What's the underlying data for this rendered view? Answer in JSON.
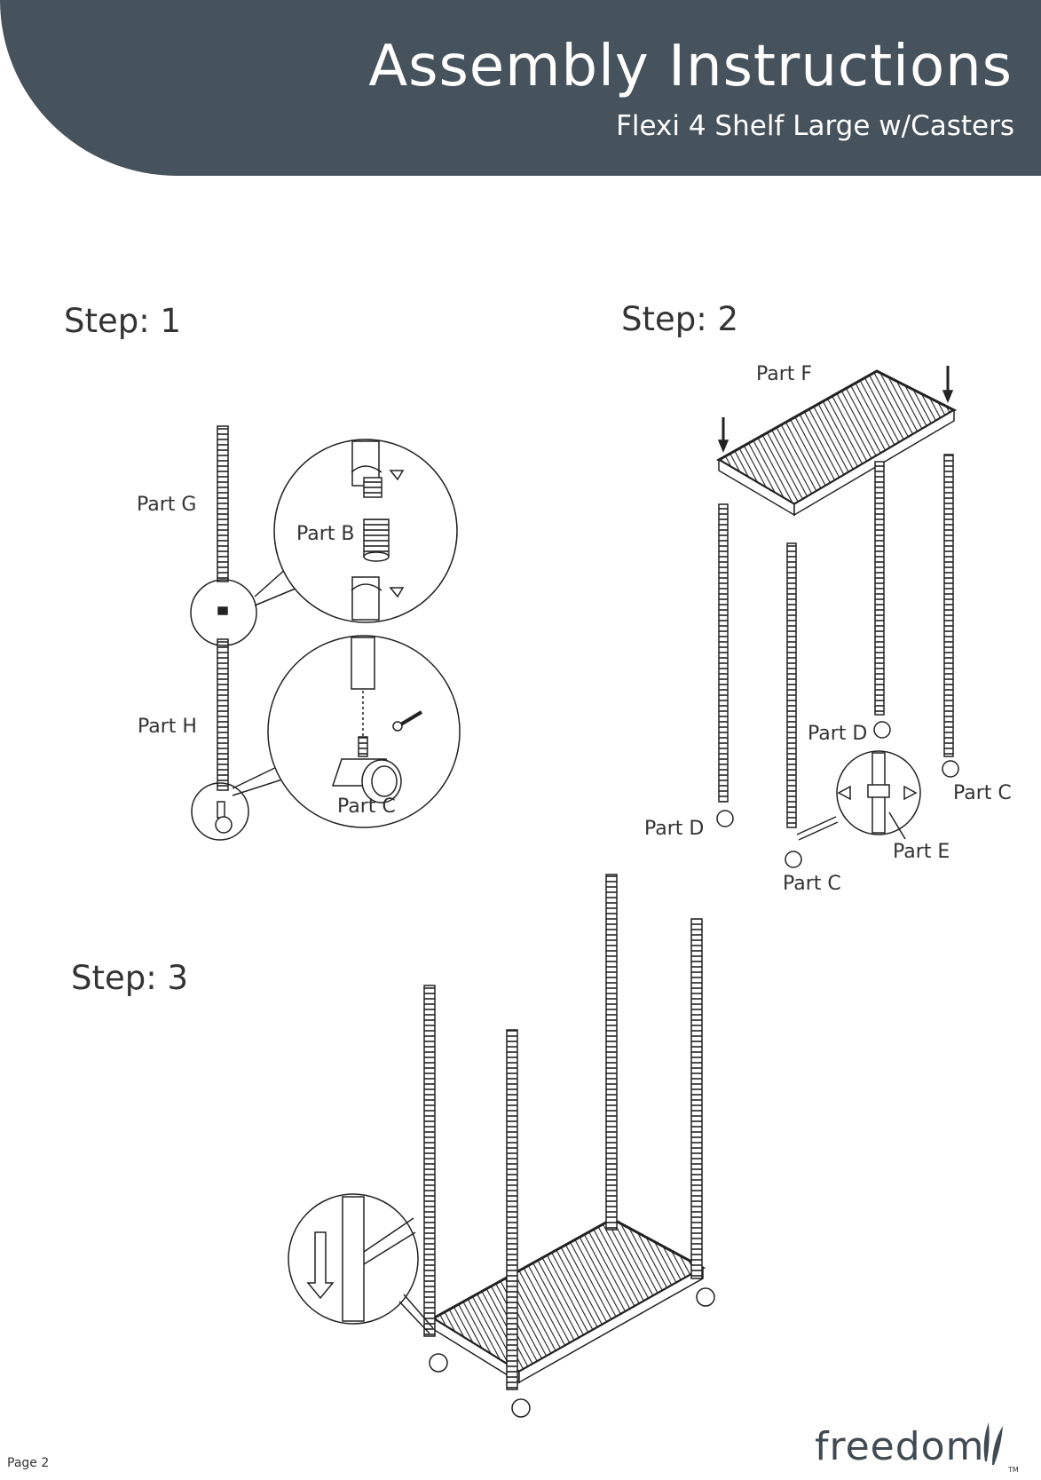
{
  "header": {
    "title": "Assembly Instructions",
    "subtitle": "Flexi 4 Shelf Large w/Casters"
  },
  "steps": [
    {
      "title": "Step: 1",
      "labels": [
        "Part G",
        "Part B",
        "Part H",
        "Part C"
      ]
    },
    {
      "title": "Step: 2",
      "labels": [
        "Part F",
        "Part D",
        "Part C",
        "Part D",
        "Part E",
        "Part C"
      ]
    },
    {
      "title": "Step: 3"
    }
  ],
  "footer": {
    "page": "Page 2",
    "brand": "freedom",
    "trademark": "TM"
  },
  "colors": {
    "header_bg": "#46525c",
    "line": "#222222"
  }
}
